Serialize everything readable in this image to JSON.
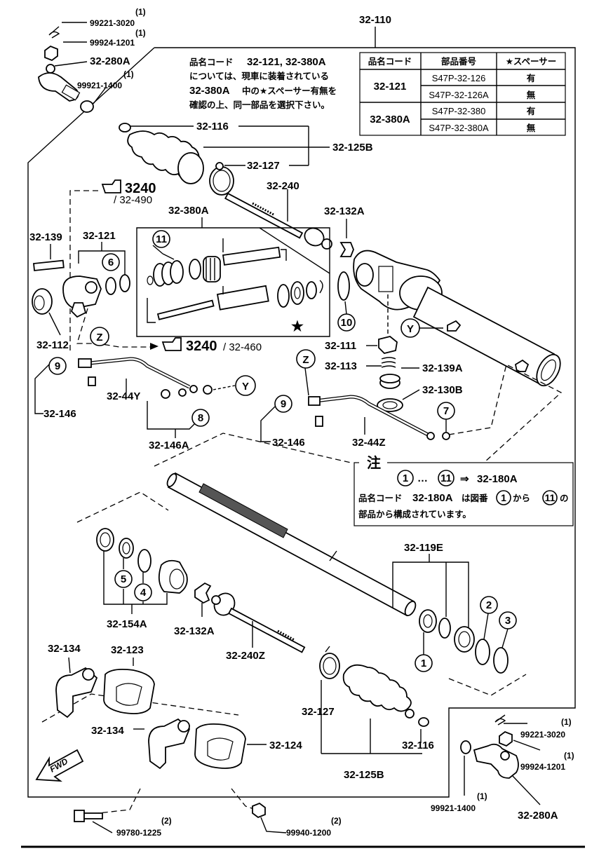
{
  "main_label": "32-110",
  "table": {
    "headers": [
      "品名コード",
      "部品番号",
      "★スペーサー"
    ],
    "rows": [
      {
        "code": "32-121",
        "part": "S47P-32-126",
        "spacer": "有"
      },
      {
        "code": "",
        "part": "S47P-32-126A",
        "spacer": "無"
      },
      {
        "code": "32-380A",
        "part": "S47P-32-380",
        "spacer": "有"
      },
      {
        "code": "",
        "part": "S47P-32-380A",
        "spacer": "無"
      }
    ]
  },
  "note_top": {
    "line1_prefix": "品名コード",
    "line1_codes": "32-121, 32-380A",
    "line2": "については、現車に装着されている",
    "line3_code": "32-380A",
    "line3_rest": "中の★スペーサー有無を",
    "line4": "確認の上、同一部品を選択下さい。"
  },
  "note_box": {
    "title": "注",
    "range_from": "1",
    "range_to": "11",
    "arrow": "⇒",
    "target": "32-180A",
    "line2_prefix": "品名コード",
    "line2_code": "32-180A",
    "line2_mid": "は図番",
    "line2_from": "1",
    "line2_kara": "から",
    "line2_to": "11",
    "line2_no": "の",
    "line3": "部品から構成されています。"
  },
  "refs": {
    "ref1_num": "3240",
    "ref1_sub": "/ 32-490",
    "ref2_num": "3240",
    "ref2_sub": "/ 32-460"
  },
  "fwd_label": "FWD",
  "labels": {
    "l_99221_top": "99221-3020",
    "q_99221_top": "(1)",
    "l_99924_top": "99924-1201",
    "q_99924_top": "(1)",
    "l_280a_top": "32-280A",
    "l_99921_top": "99921-1400",
    "q_99921_top": "(1)",
    "l_116_top": "32-116",
    "l_125b_top": "32-125B",
    "l_127_top": "32-127",
    "l_240": "32-240",
    "l_132a_top": "32-132A",
    "l_380a": "32-380A",
    "l_139": "32-139",
    "l_121": "32-121",
    "l_112": "32-112",
    "l_111": "32-111",
    "l_113": "32-113",
    "l_139a": "32-139A",
    "l_130b": "32-130B",
    "l_146_left": "32-146",
    "l_44y": "32-44Y",
    "l_146a": "32-146A",
    "l_146_mid": "32-146",
    "l_44z": "32-44Z",
    "l_119e": "32-119E",
    "l_154a": "32-154A",
    "l_132a_bot": "32-132A",
    "l_240z": "32-240Z",
    "l_134_a": "32-134",
    "l_123": "32-123",
    "l_134_b": "32-134",
    "l_124": "32-124",
    "l_127_bot": "32-127",
    "l_116_bot": "32-116",
    "l_125b_bot": "32-125B",
    "l_99921_bot": "99921-1400",
    "q_99921_bot": "(1)",
    "l_99221_bot": "99221-3020",
    "q_99221_bot": "(1)",
    "l_99924_bot": "99924-1201",
    "q_99924_bot": "(1)",
    "l_280a_bot": "32-280A",
    "l_99780": "99780-1225",
    "q_99780": "(2)",
    "l_99940": "99940-1200",
    "q_99940": "(2)"
  },
  "callouts": {
    "c6": "6",
    "c11": "11",
    "c10": "10",
    "c9a": "9",
    "c9b": "9",
    "c8": "8",
    "c7": "7",
    "c5": "5",
    "c4": "4",
    "c1": "1",
    "c2": "2",
    "c3": "3",
    "cy1": "Y",
    "cy2": "Y",
    "cz1": "Z",
    "cz2": "Z"
  },
  "star": "★"
}
